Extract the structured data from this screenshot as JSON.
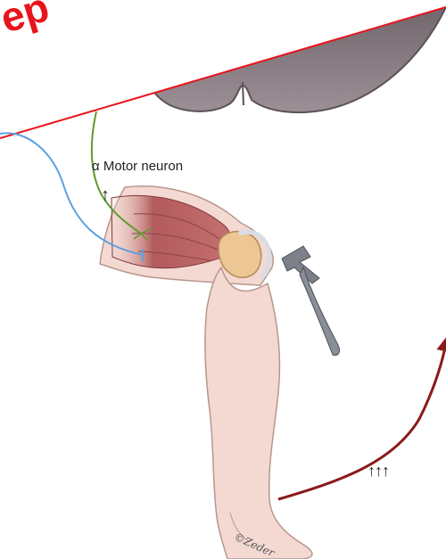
{
  "labels": {
    "alpha_motor_neuron": "α Motor neuron",
    "header_fragment": "ep",
    "single_arrow": "↑",
    "triple_arrow": "↑↑↑",
    "signature": "©Zeder"
  },
  "colors": {
    "title_red": "#e8141c",
    "blue_neuron": "#5aa0e0",
    "green_neuron": "#5f9a2e",
    "maroon_arrow": "#8b1a1a",
    "skin": "#f4d9d2",
    "skin_outline": "#b8968e",
    "muscle": "#b25a5c",
    "patella": "#ecc694",
    "spinal_cord": "#8f8388",
    "hammer": "#7c8088"
  },
  "icons": [
    "reflex-hammer-icon",
    "up-arrow-icon"
  ]
}
